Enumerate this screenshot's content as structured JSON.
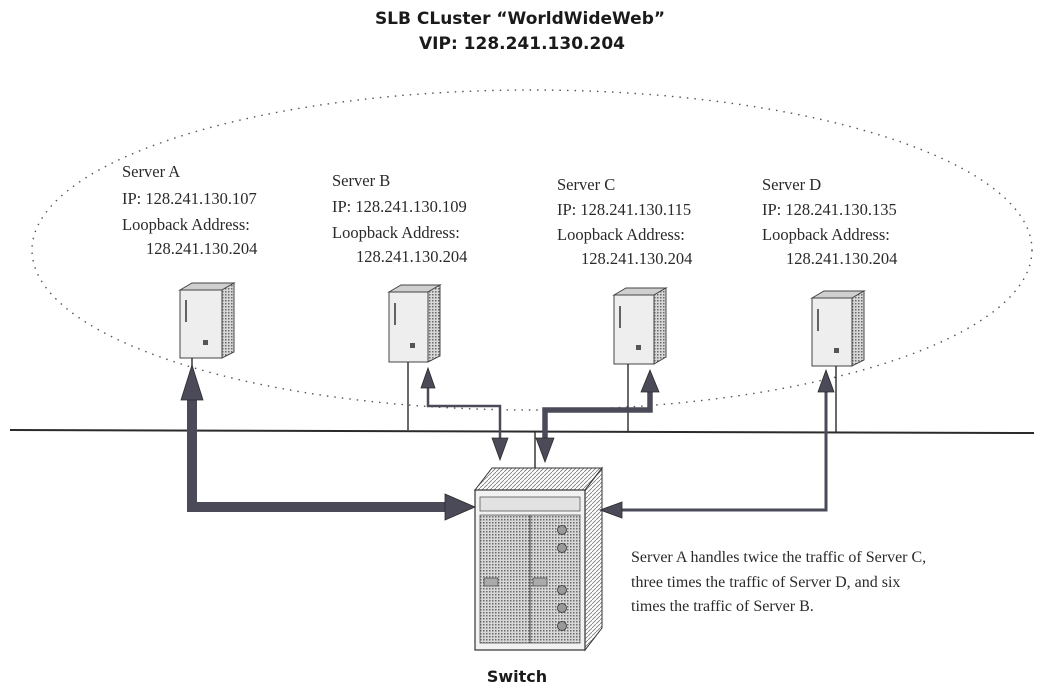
{
  "cluster": {
    "name": "SLB CLuster “WorldWideWeb”",
    "vip": "VIP: 128.241.130.204"
  },
  "servers": [
    {
      "name": "Server A",
      "ip": "IP: 128.241.130.107",
      "loopback_label": "Loopback Address:",
      "loopback": "128.241.130.204"
    },
    {
      "name": "Server B",
      "ip": "IP: 128.241.130.109",
      "loopback_label": "Loopback Address:",
      "loopback": "128.241.130.204"
    },
    {
      "name": "Server C",
      "ip": "IP: 128.241.130.115",
      "loopback_label": "Loopback Address:",
      "loopback": "128.241.130.204"
    },
    {
      "name": "Server D",
      "ip": "IP: 128.241.130.135",
      "loopback_label": "Loopback Address:",
      "loopback": "128.241.130.204"
    }
  ],
  "note": {
    "lines": [
      "Server A handles twice the traffic of Server C,",
      "three times the traffic of Server D, and six",
      "times the traffic of Server B."
    ]
  },
  "switch": {
    "label": "Switch"
  },
  "traffic_ratio": {
    "Server A": 6,
    "Server B": 1,
    "Server C": 3,
    "Server D": 2
  },
  "colors": {
    "text": "#2a2a2a",
    "line": "#2b2b2b",
    "arrow": "#4a4a58",
    "equipment": "#6a6a6a"
  }
}
